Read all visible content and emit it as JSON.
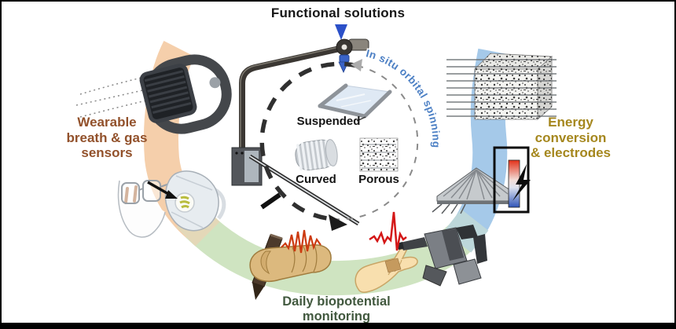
{
  "title": "Functional solutions",
  "orbit": {
    "label": "In situ orbital spinning",
    "color": "#4b7fc4"
  },
  "structures": {
    "suspended": "Suspended",
    "curved": "Curved",
    "porous": "Porous"
  },
  "applications": {
    "wearable": {
      "lines": [
        "Wearable",
        "breath & gas",
        "sensors"
      ],
      "color": "#92512b"
    },
    "energy": {
      "lines": [
        "Energy",
        "conversion",
        "& electrodes"
      ],
      "color": "#a5871e"
    },
    "biopotential": {
      "lines": [
        "Daily biopotential",
        "monitoring"
      ],
      "color": "#42593f"
    }
  },
  "colors": {
    "band_peach": "#f5cfab",
    "band_green": "#cfe4c1",
    "band_blue": "#a5c9e9",
    "signal_emg": "#cc3a10",
    "signal_ecg": "#d41717",
    "feed_arrow_blue": "#2b50c8",
    "orbit_dash_dark": "#303030",
    "orbit_dash_light": "#8a8a8a"
  },
  "icons": {
    "feed-arrow-icon": "▼",
    "orbit-direction-arrow-icon": "➤",
    "orbit-counter-arrow-icon": "◀",
    "mask-valve-arrow-icon": "➤",
    "lightning-icon": "⚡"
  }
}
